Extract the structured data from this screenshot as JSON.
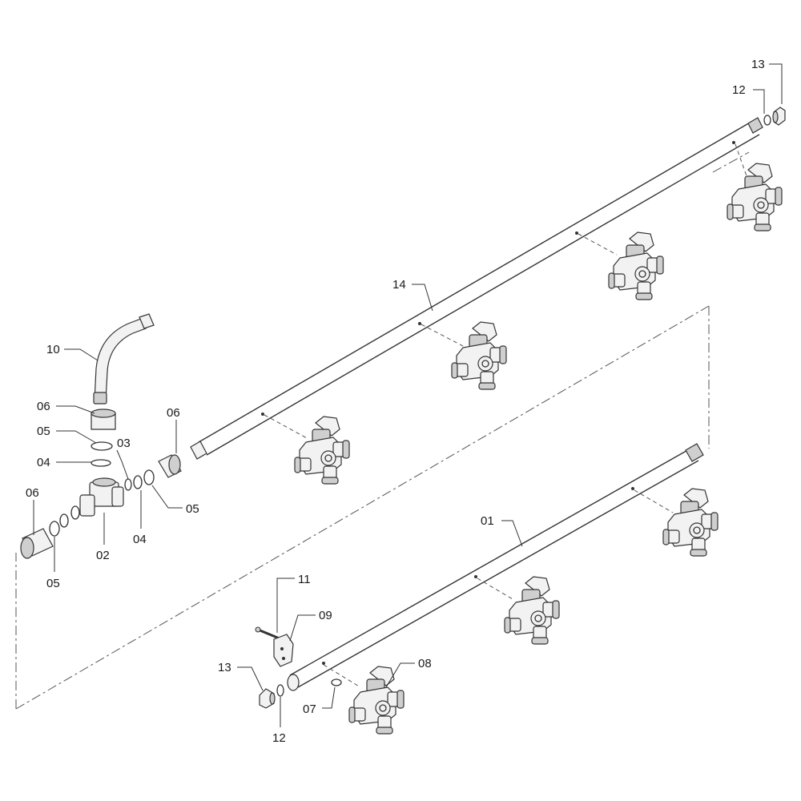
{
  "diagram": {
    "part_labels": {
      "p01": "01",
      "p02": "02",
      "p03": "03",
      "p04_top": "04",
      "p04_bottom": "04",
      "p05_top": "05",
      "p05_right": "05",
      "p05_bottom": "05",
      "p06_top": "06",
      "p06_mid": "06",
      "p06_left": "06",
      "p07": "07",
      "p08": "08",
      "p09": "09",
      "p10": "10",
      "p11": "11",
      "p12_top": "12",
      "p12_bottom": "12",
      "p13_top": "13",
      "p13_bottom": "13",
      "p14": "14"
    },
    "colors": {
      "line": "#333333",
      "part_fill": "#f2f2f2",
      "part_shade": "#cfcfcf",
      "background": "#ffffff"
    }
  }
}
